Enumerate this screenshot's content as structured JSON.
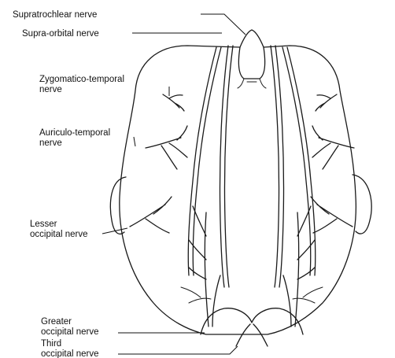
{
  "labels": {
    "supratrochlear": "Supratrochlear nerve",
    "supraorbital": "Supra-orbital nerve",
    "zygomatico_1": "Zygomatico-temporal",
    "zygomatico_2": "nerve",
    "auriculo_1": "Auriculo-temporal",
    "auriculo_2": "nerve",
    "lesser_1": "Lesser",
    "lesser_2": "occipital nerve",
    "greater_1": "Greater",
    "greater_2": "occipital nerve",
    "third_1": "Third",
    "third_2": "occipital nerve"
  },
  "colors": {
    "ink": "#1a1a1a",
    "background": "#ffffff"
  }
}
